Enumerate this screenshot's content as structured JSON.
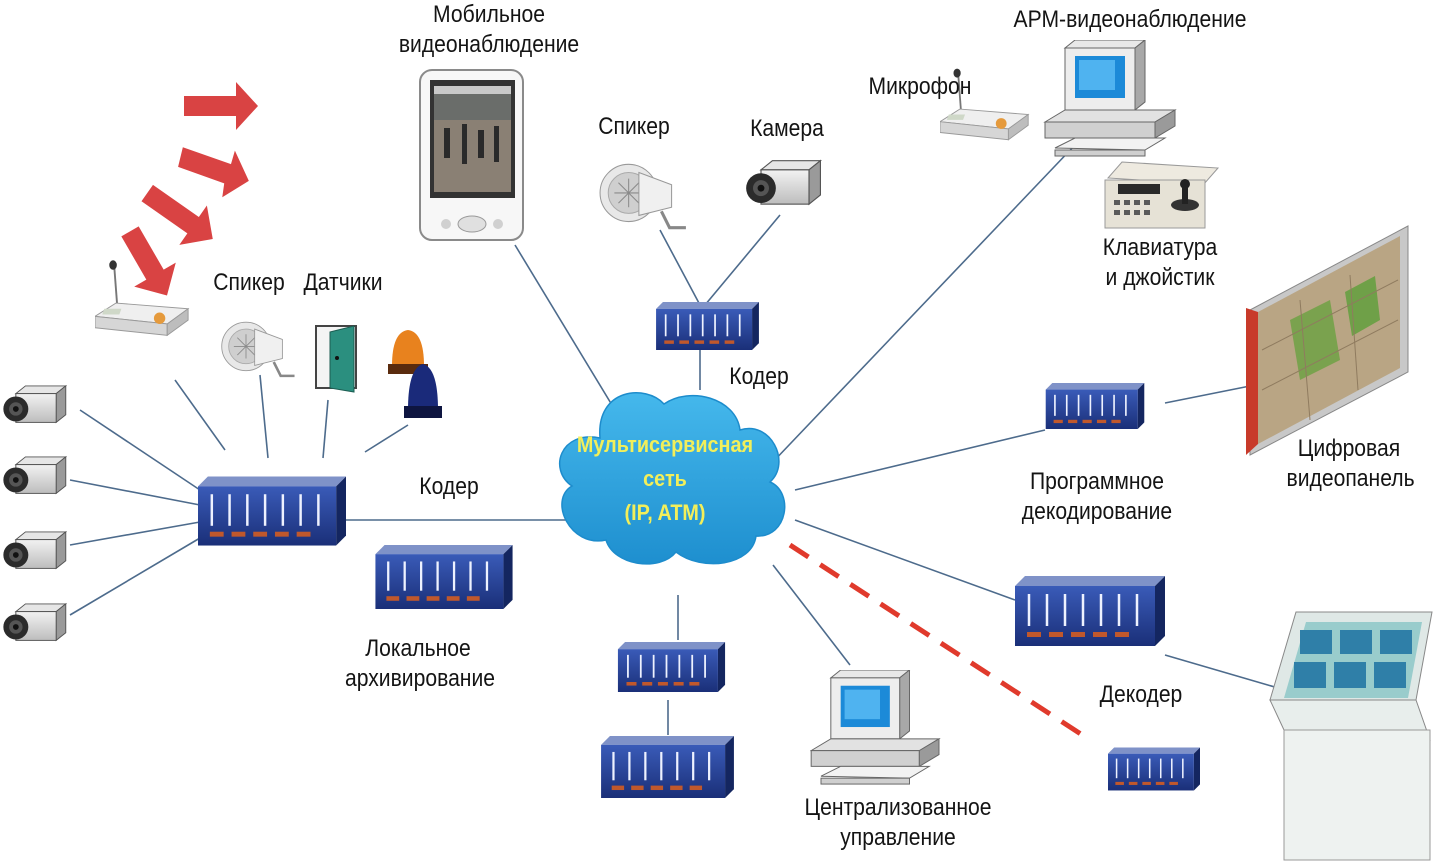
{
  "labels": {
    "mobile": [
      "Мобильное",
      "видеонаблюдение"
    ],
    "arm": "АРМ-видеонаблюдение",
    "mic_top": "Микрофон",
    "speaker_top": "Спикер",
    "camera_top": "Камера",
    "keyboard": [
      "Клавиатура",
      "и джойстик"
    ],
    "speaker_left": "Спикер",
    "sensors": "Датчики",
    "coder_top": "Кодер",
    "coder_left": "Кодер",
    "local_archive": [
      "Локальное",
      "архивирование"
    ],
    "sw_decoding": [
      "Программное",
      "декодирование"
    ],
    "video_panel": [
      "Цифровая",
      "видеопанель"
    ],
    "decoder": "Декодер",
    "central": [
      "Централизованное",
      "управление"
    ]
  },
  "network": {
    "name": [
      "Мультисервисная",
      "сеть",
      "(IP, ATM)"
    ]
  },
  "colors": {
    "link": "#4d6b8c",
    "dashed_link": "#e03a2c",
    "cloud": "#2aa6e0",
    "cloud_text": "#f2ef5a",
    "device": "#1e3a8c",
    "arrow": "#d94343"
  }
}
